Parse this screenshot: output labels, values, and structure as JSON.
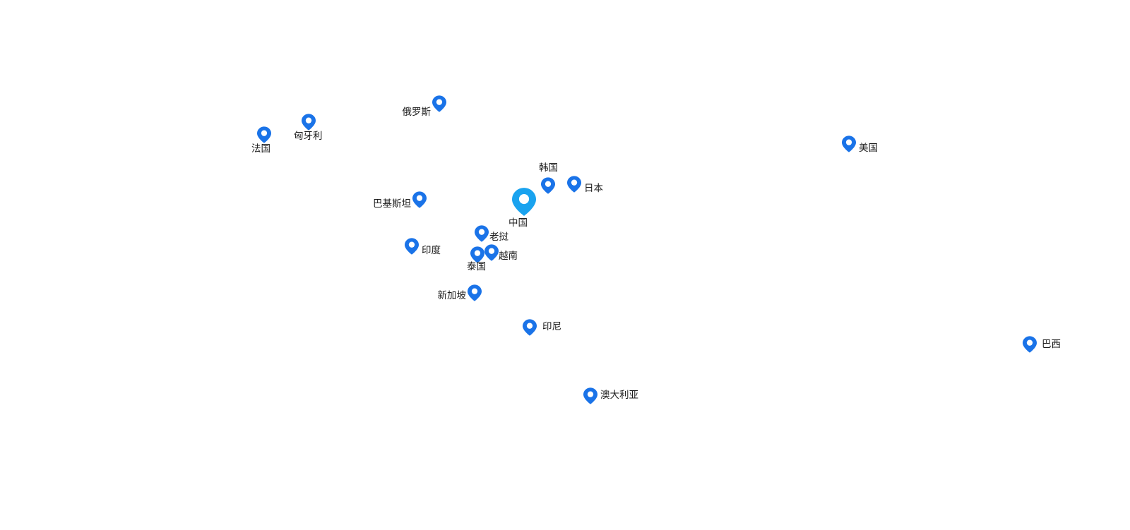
{
  "map": {
    "center": {
      "label": "中国",
      "icon": "location-pin-icon",
      "color": "#1aa3ef"
    },
    "marker_color": "#1a73e8",
    "markers": [
      {
        "id": "russia",
        "label": "俄罗斯",
        "icon": "location-pin-icon"
      },
      {
        "id": "hungary",
        "label": "匈牙利",
        "icon": "location-pin-icon"
      },
      {
        "id": "france",
        "label": "法国",
        "icon": "location-pin-icon"
      },
      {
        "id": "usa",
        "label": "美国",
        "icon": "location-pin-icon"
      },
      {
        "id": "korea",
        "label": "韩国",
        "icon": "location-pin-icon"
      },
      {
        "id": "japan",
        "label": "日本",
        "icon": "location-pin-icon"
      },
      {
        "id": "pakistan",
        "label": "巴基斯坦",
        "icon": "location-pin-icon"
      },
      {
        "id": "laos",
        "label": "老挝",
        "icon": "location-pin-icon"
      },
      {
        "id": "india",
        "label": "印度",
        "icon": "location-pin-icon"
      },
      {
        "id": "vietnam",
        "label": "越南",
        "icon": "location-pin-icon"
      },
      {
        "id": "thailand",
        "label": "泰国",
        "icon": "location-pin-icon"
      },
      {
        "id": "singapore",
        "label": "新加坡",
        "icon": "location-pin-icon"
      },
      {
        "id": "indonesia",
        "label": "印尼",
        "icon": "location-pin-icon"
      },
      {
        "id": "brazil",
        "label": "巴西",
        "icon": "location-pin-icon"
      },
      {
        "id": "australia",
        "label": "澳大利亚",
        "icon": "location-pin-icon"
      }
    ]
  }
}
